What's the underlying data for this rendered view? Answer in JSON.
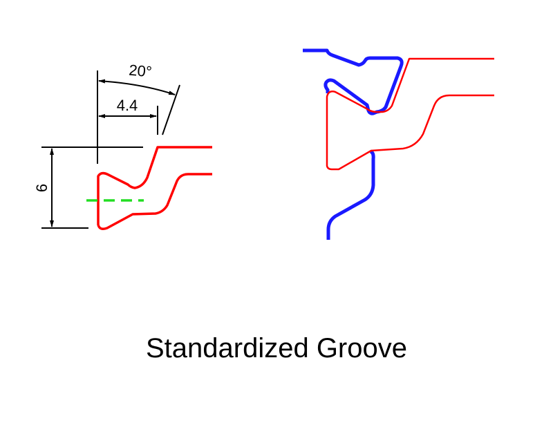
{
  "left_drawing": {
    "angle_label": "20°",
    "width_label": "4.4",
    "height_label": "6"
  },
  "caption": "Standardized Groove",
  "colors": {
    "profile": "#ff0000",
    "seal": "#1a1aff",
    "centerline": "#22dd22",
    "dimension": "#000000"
  }
}
